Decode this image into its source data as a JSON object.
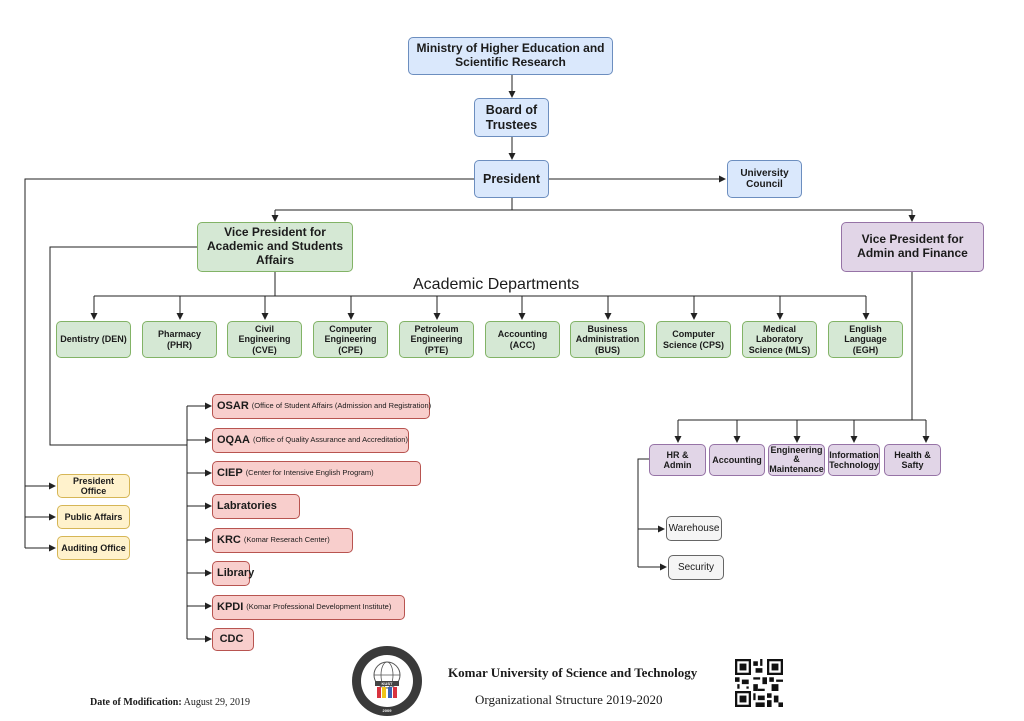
{
  "top": {
    "ministry": "Ministry of Higher Education and Scientific Research",
    "board": "Board of Trustees",
    "president": "President",
    "council": "University Council"
  },
  "vp_academic": "Vice President for Academic and Students Affairs",
  "vp_admin": "Vice President for Admin and Finance",
  "academic_departments_title": "Academic Departments",
  "departments": [
    "Dentistry (DEN)",
    "Pharmacy (PHR)",
    "Civil Engineering (CVE)",
    "Computer Engineering (CPE)",
    "Petroleum Engineering (PTE)",
    "Accounting (ACC)",
    "Business Administration (BUS)",
    "Computer Science (CPS)",
    "Medical Laboratory Science (MLS)",
    "English Language (EGH)"
  ],
  "offices": [
    {
      "abbr": "OSAR",
      "full": "(Office of Student Affairs (Admission and Registration)"
    },
    {
      "abbr": "OQAA",
      "full": "(Office of Quality Assurance and Accreditation)"
    },
    {
      "abbr": "CIEP",
      "full": "(Center for Intensive English Program)"
    },
    {
      "abbr": "Labratories",
      "full": ""
    },
    {
      "abbr": "KRC",
      "full": "(Komar Reserach Center)"
    },
    {
      "abbr": "Library",
      "full": ""
    },
    {
      "abbr": "KPDI",
      "full": "(Komar Professional Development Institute)"
    },
    {
      "abbr": "CDC",
      "full": ""
    }
  ],
  "president_units": [
    "President Office",
    "Public Affairs",
    "Auditing Office"
  ],
  "admin_units": [
    "HR & Admin",
    "Accounting",
    "Engineering & Maintenance",
    "Information Technology",
    "Health & Safty"
  ],
  "hr_units": [
    "Warehouse",
    "Security"
  ],
  "footer": {
    "university": "Komar University of Science and Technology",
    "structure": "Organizational Structure 2019-2020",
    "date_label": "Date of Modification:",
    "date_value": "August 29, 2019",
    "logo_text": "KUST",
    "logo_year": "2009"
  }
}
